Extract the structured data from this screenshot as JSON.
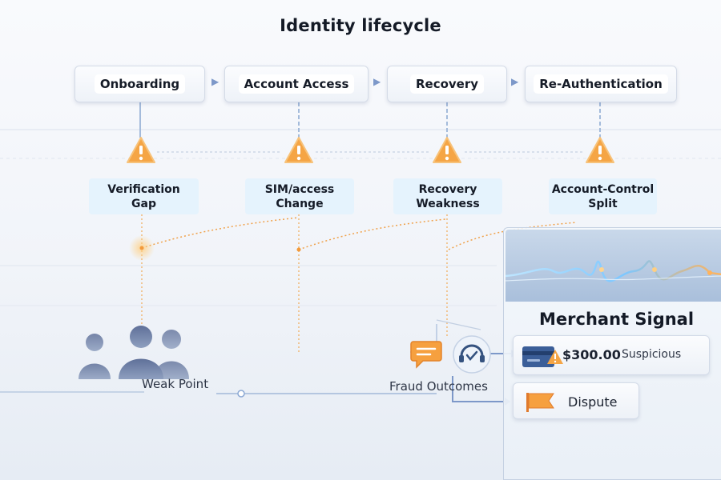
{
  "title": "Identity lifecycle",
  "stages": [
    {
      "label": "Onboarding"
    },
    {
      "label": "Account Access"
    },
    {
      "label": "Recovery"
    },
    {
      "label": "Re-Authentication"
    }
  ],
  "weak_points": [
    {
      "label": "Verification\nGap",
      "icon": "warning-icon"
    },
    {
      "label": "SIM/access\nChange",
      "icon": "warning-icon"
    },
    {
      "label": "Recovery\nWeakness",
      "icon": "warning-icon"
    },
    {
      "label": "Account-Control\nSplit",
      "icon": "warning-icon"
    }
  ],
  "weak_point_label": "Weak Point",
  "fraud_outcomes_label": "Fraud Outcomes",
  "merchant_signal": {
    "title": "Merchant Signal",
    "suspicious_amount": "$300.00",
    "suspicious_tag": "Suspicious",
    "dispute_label": "Dispute"
  },
  "colors": {
    "accent": "#f4a24a",
    "arrow": "#7d98c9",
    "weak_box": "#e4f3fd",
    "card_blue": "#3b5e98"
  }
}
